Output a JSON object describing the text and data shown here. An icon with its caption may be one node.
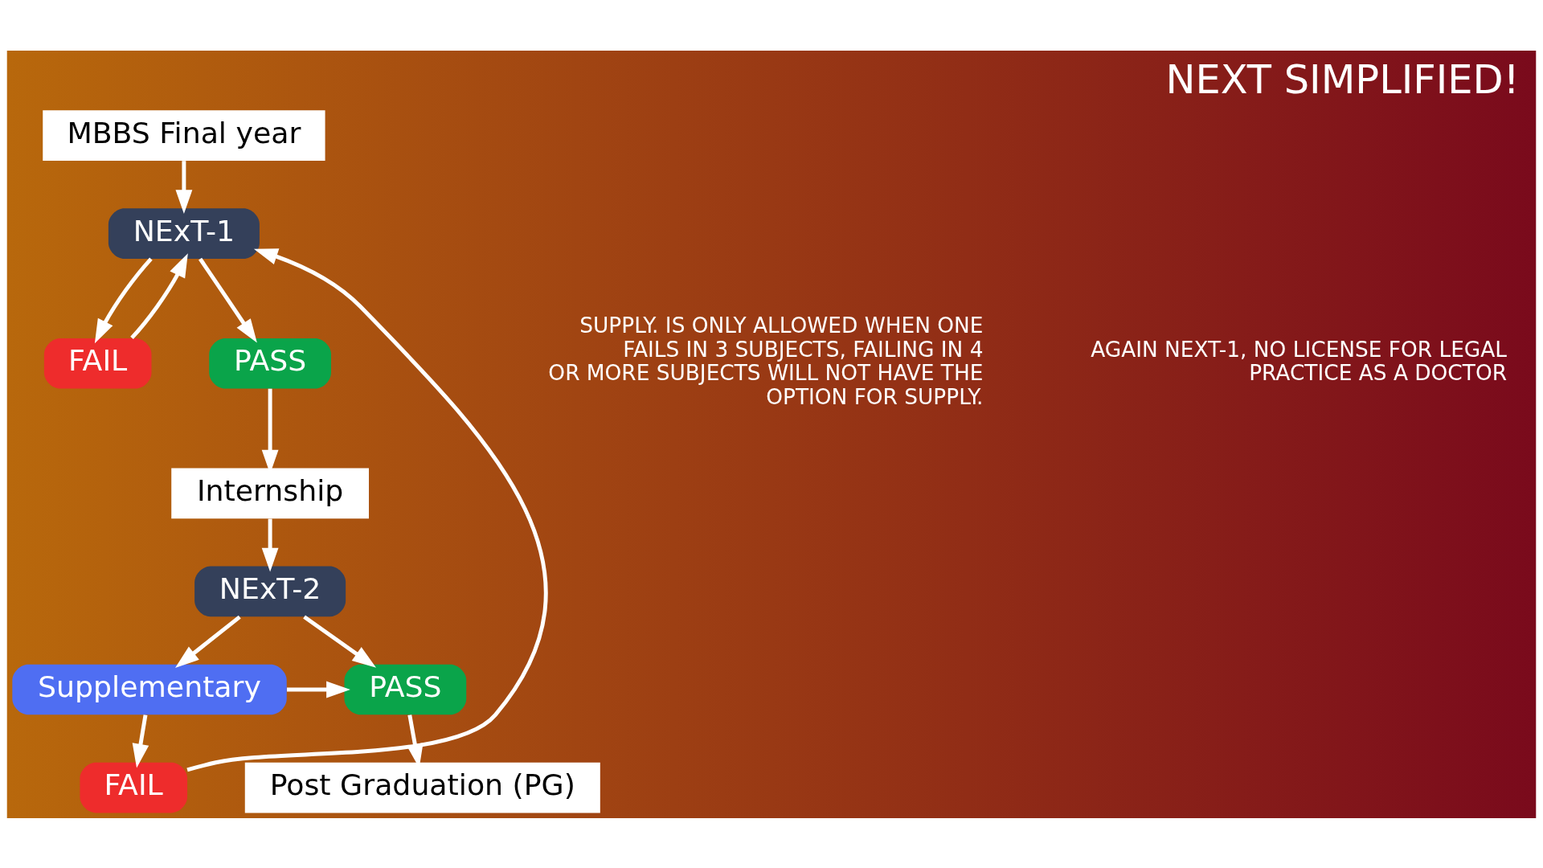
{
  "diagram": {
    "title": "NEXT SIMPLIFIED!",
    "nodes": [
      {
        "text": [
          "MBBS Final year"
        ]
      },
      {
        "text": [
          "NExT-1"
        ]
      },
      {
        "text": [
          "FAIL"
        ]
      },
      {
        "text": [
          "PASS"
        ]
      },
      {
        "text": [
          "Internship"
        ]
      },
      {
        "text": [
          "NExT-2"
        ]
      },
      {
        "text": [
          "Supplementary"
        ]
      },
      {
        "text": [
          "PASS"
        ]
      },
      {
        "text": [
          "FAIL"
        ]
      },
      {
        "text": [
          "Post Graduation (PG)"
        ]
      }
    ],
    "edges": [
      {
        "from": 0,
        "to": 1,
        "arrow": "to"
      },
      {
        "from": 1,
        "to": 2,
        "arrow": "to"
      },
      {
        "from": 2,
        "to": 1,
        "arrow": "to"
      },
      {
        "from": 1,
        "to": 3,
        "arrow": "to"
      },
      {
        "from": 3,
        "to": 4,
        "arrow": "to"
      },
      {
        "from": 4,
        "to": 5,
        "arrow": "to"
      },
      {
        "from": 5,
        "to": 6,
        "arrow": "to"
      },
      {
        "from": 5,
        "to": 7,
        "arrow": "to"
      },
      {
        "from": 6,
        "to": 7,
        "arrow": "to"
      },
      {
        "from": 6,
        "to": 8,
        "arrow": "to"
      },
      {
        "from": 8,
        "to": 1,
        "arrow": "to"
      },
      {
        "from": 7,
        "to": 9,
        "arrow": "to"
      }
    ],
    "labels": [
      "SUPPLY. IS ONLY ALLOWED WHEN ONE FAILS IN 3 SUBJECTS, FAILING IN 4 OR MORE SUBJECTS WILL NOT HAVE THE OPTION FOR SUPPLY.",
      "AGAIN NEXT-1, NO LICENSE FOR LEGAL PRACTICE AS A DOCTOR"
    ]
  }
}
